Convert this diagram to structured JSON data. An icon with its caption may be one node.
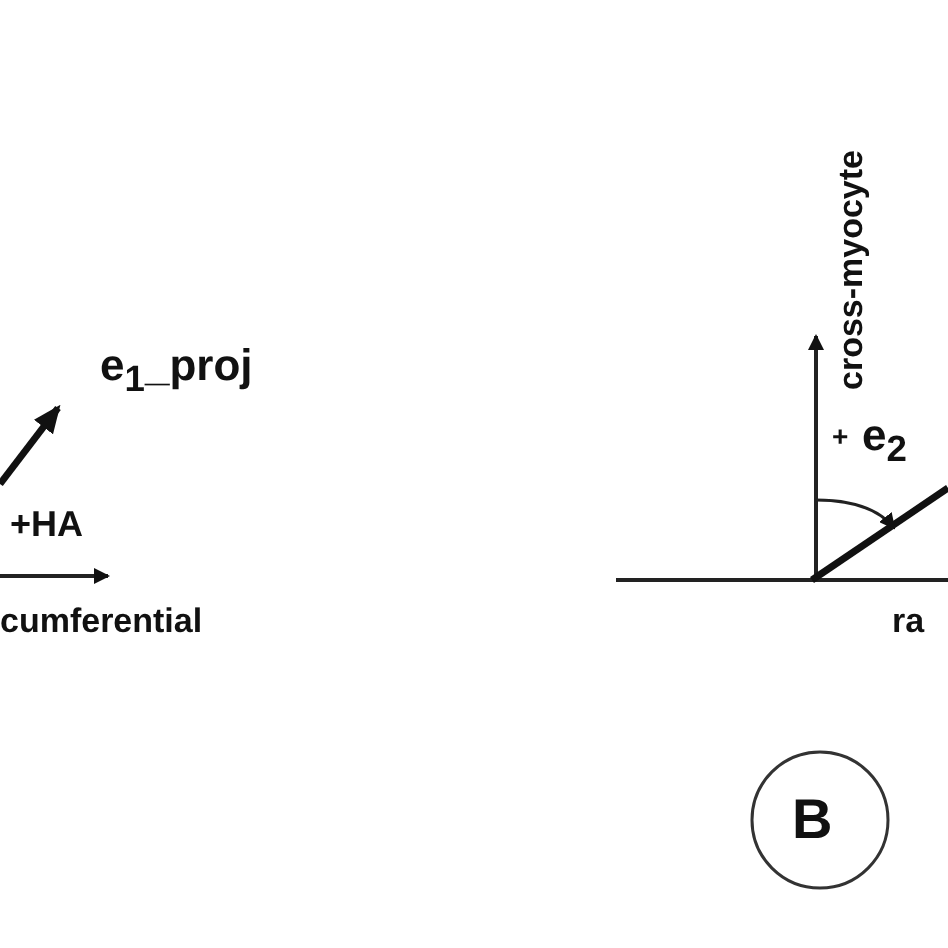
{
  "diagram": {
    "labels": [
      "e$_{1}$_proj",
      "+HA",
      "cumferential",
      "cross-myocyte",
      "+",
      "e$_{2}$",
      "ra",
      "B"
    ]
  }
}
